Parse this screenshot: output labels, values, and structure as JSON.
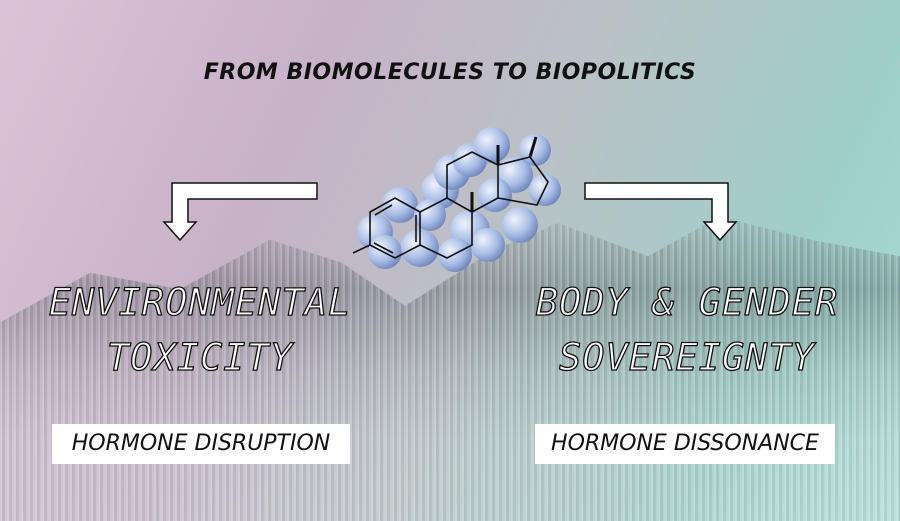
{
  "title": "FROM BIOMOLECULES TO BIOPOLITICS",
  "left": {
    "heading_line1": "ENVIRONMENTAL",
    "heading_line2": "TOXICITY",
    "tag": "HORMONE DISRUPTION"
  },
  "right": {
    "heading_line1": "BODY & GENDER",
    "heading_line2": "SOVEREIGNTY",
    "tag": "HORMONE DISSONANCE"
  },
  "colors": {
    "atom": "#9fb4e0",
    "ink": "#111111"
  }
}
